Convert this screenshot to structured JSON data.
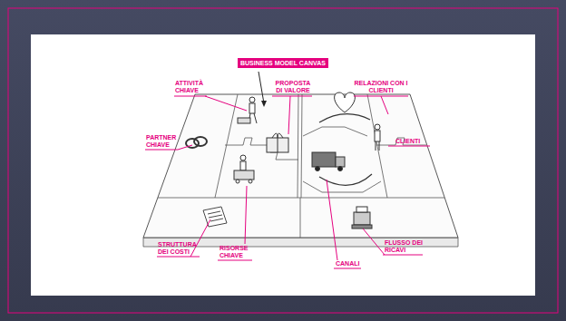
{
  "diagram": {
    "title": "BUSINESS MODEL CANVAS",
    "labels": [
      "ATTIVITÀ CHIAVE",
      "PROPOSTA DI VALORE",
      "RELAZIONI CON I CLIENTI",
      "PARTNER CHIAVE",
      "CLIENTI",
      "STRUTTURA DEI COSTI",
      "RISORSE CHIAVE",
      "CANALI",
      "FLUSSO DEI RICAVI"
    ]
  }
}
